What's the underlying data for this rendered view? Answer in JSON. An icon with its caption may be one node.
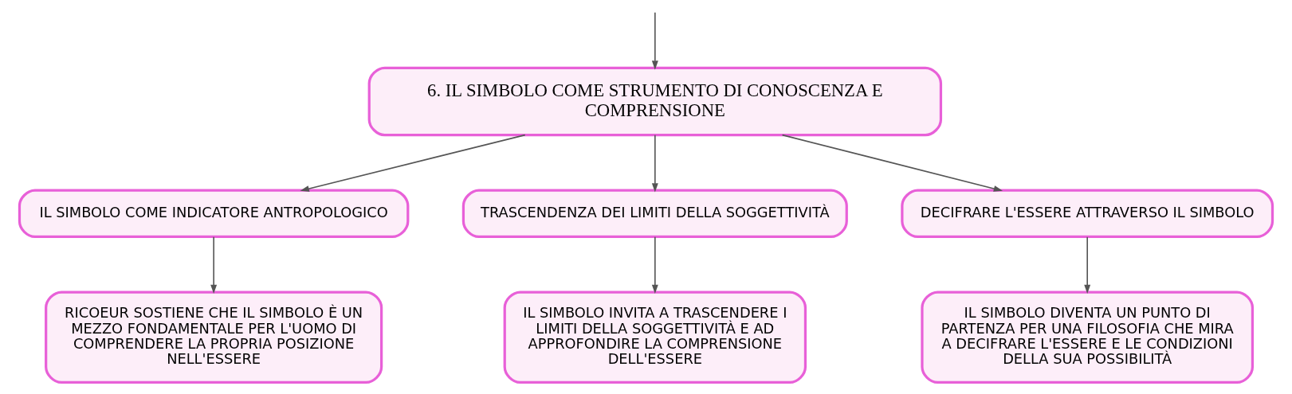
{
  "diagram": {
    "nodes": [
      {
        "text": [
          "6. IL SIMBOLO COME STRUMENTO DI CONOSCENZA E COMPRENSIONE"
        ]
      },
      {
        "text": [
          "IL SIMBOLO COME INDICATORE ANTROPOLOGICO"
        ]
      },
      {
        "text": [
          "TRASCENDENZA DEI LIMITI DELLA SOGGETTIVITÀ"
        ]
      },
      {
        "text": [
          "DECIFRARE L'ESSERE ATTRAVERSO IL SIMBOLO"
        ]
      },
      {
        "text": [
          "RICOEUR SOSTIENE CHE IL SIMBOLO È UN MEZZO FONDAMENTALE PER L'UOMO DI COMPRENDERE LA PROPRIA POSIZIONE NELL'ESSERE"
        ]
      },
      {
        "text": [
          "IL SIMBOLO INVITA A TRASCENDERE I LIMITI DELLA SOGGETTIVITÀ E AD APPROFONDIRE LA COMPRENSIONE DELL'ESSERE"
        ]
      },
      {
        "text": [
          "IL SIMBOLO DIVENTA UN PUNTO DI PARTENZA PER UNA FILOSOFIA CHE MIRA A DECIFRARE L'ESSERE E LE CONDIZIONI DELLA SUA POSSIBILITÀ"
        ]
      }
    ],
    "edges": [
      {
        "from": null,
        "to": 0,
        "arrow": "to"
      },
      {
        "from": 0,
        "to": 1,
        "arrow": "to"
      },
      {
        "from": 0,
        "to": 2,
        "arrow": "to"
      },
      {
        "from": 0,
        "to": 3,
        "arrow": "to"
      },
      {
        "from": 1,
        "to": 4,
        "arrow": "to"
      },
      {
        "from": 2,
        "to": 5,
        "arrow": "to"
      },
      {
        "from": 3,
        "to": 6,
        "arrow": "to"
      }
    ]
  }
}
